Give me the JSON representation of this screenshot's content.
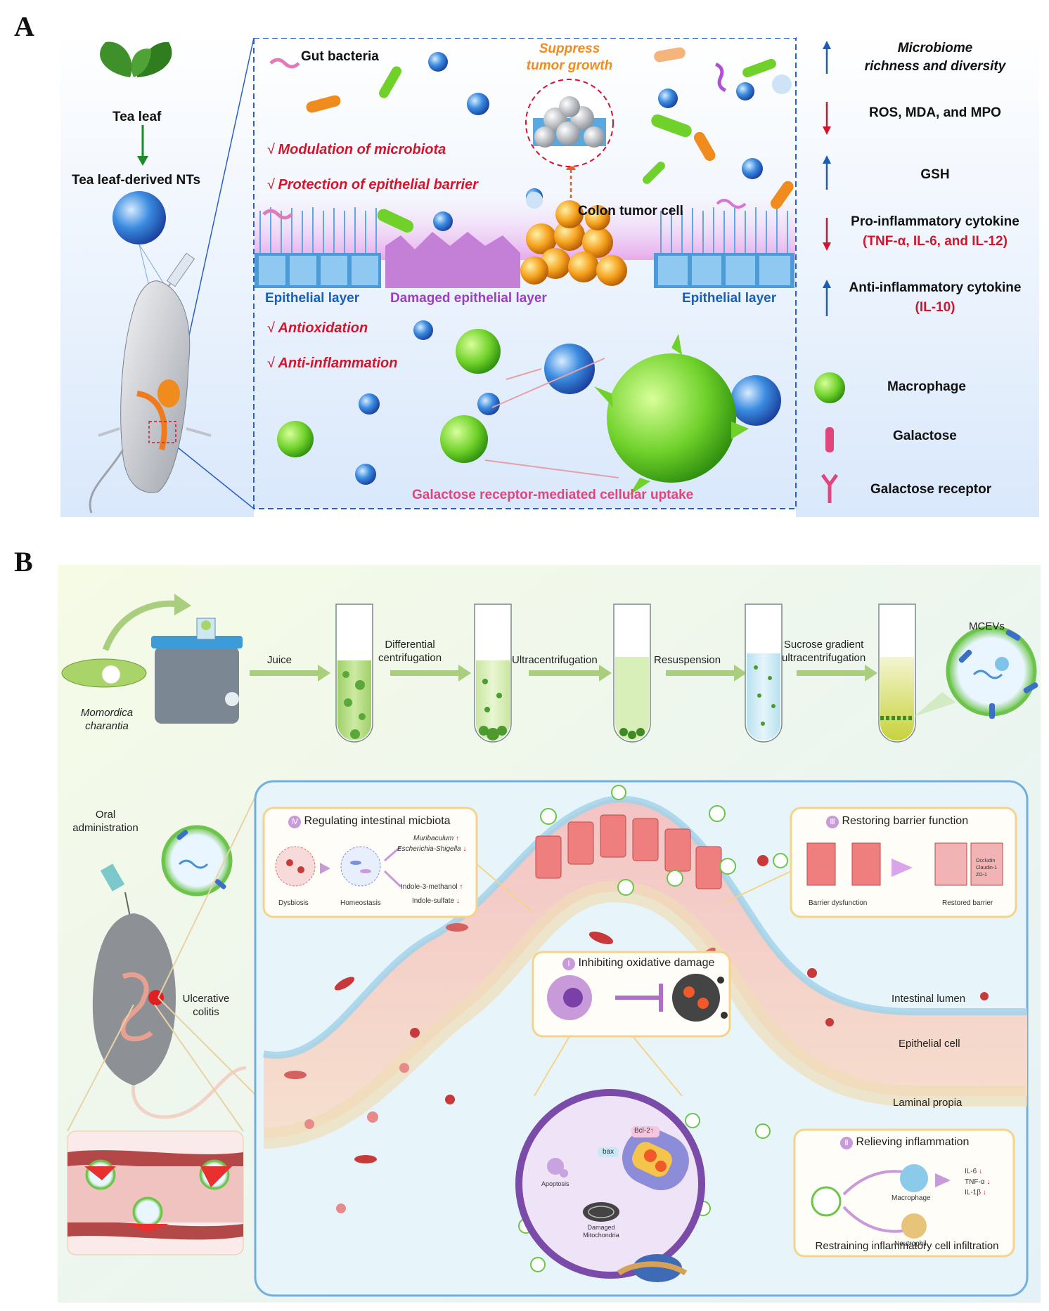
{
  "panel_a": {
    "letter": "A",
    "tea_leaf": "Tea leaf",
    "nts": "Tea leaf-derived NTs",
    "gut_bacteria": "Gut bacteria",
    "suppress_line1": "Suppress",
    "suppress_line2": "tumor growth",
    "colon_tumor_cell": "Colon tumor cell",
    "effects": [
      "Modulation of microbiota",
      "Protection of epithelial barrier",
      "Antioxidation",
      "Anti-inflammation"
    ],
    "check": "√",
    "epithelial_left": "Epithelial layer",
    "damaged_epithelial": "Damaged epithelial layer",
    "epithelial_right": "Epithelial layer",
    "uptake": "Galactose receptor-mediated cellular uptake",
    "legend": {
      "microbiome_line1": "Microbiome",
      "microbiome_line2": "richness and diversity",
      "ros": "ROS, MDA, and MPO",
      "gsh": "GSH",
      "pro_line1": "Pro-inflammatory cytokine",
      "pro_line2": "(TNF-α, IL-6, and IL-12)",
      "anti_line1": "Anti-inflammatory cytokine",
      "anti_line2": "(IL-10)",
      "macrophage": "Macrophage",
      "galactose": "Galactose",
      "galactose_receptor": "Galactose receptor"
    },
    "colors": {
      "up": "#1a5fb4",
      "down": "#d4142c",
      "accent_orange": "#f08c1e",
      "pink": "#e0457b"
    }
  },
  "panel_b": {
    "letter": "B",
    "plant_line1": "Momordica",
    "plant_line2": "charantia",
    "steps": [
      "Juice",
      "Differential\ncentrifugation",
      "Ultracentrifugation",
      "Resuspension",
      "Sucrose gradient\nultracentrifugation"
    ],
    "mcevs": "MCEVs",
    "oral_line1": "Oral",
    "oral_line2": "administration",
    "uc_line1": "Ulcerative",
    "uc_line2": "colitis",
    "box_iv": {
      "numeral": "Ⅳ",
      "title": "Regulating intestinal micbiota",
      "dysbiosis": "Dysbiosis",
      "homeostasis": "Homeostasis",
      "m1": "Muribaculum",
      "m2": "Escherichia-Shigella",
      "m3": "Indole-3-methanol",
      "m4": "Indole-sulfate"
    },
    "box_iii": {
      "numeral": "Ⅲ",
      "title": "Restoring barrier function",
      "left": "Barrier dysfunction",
      "right": "Restored barrier",
      "p1": "Occludin",
      "p2": "Claudin-1",
      "p3": "ZO-1"
    },
    "box_i": {
      "numeral": "Ⅰ",
      "title": "Inhibiting oxidative damage"
    },
    "box_ii": {
      "numeral": "Ⅱ",
      "title": "Relieving inflammation",
      "macrophage": "Macrophage",
      "neutrophil": "Neutrophil",
      "c1": "IL-6",
      "c2": "TNF-α",
      "c3": "IL-1β",
      "footer": "Restraining inflammatory cell infiltration"
    },
    "intestinal_lumen": "Intestinal lumen",
    "epithelial_cell": "Epithelial cell",
    "laminal_propia": "Laminal propia",
    "cell_inner": {
      "bcl2": "Bcl-2",
      "bax": "bax",
      "apoptosis": "Apoptosis",
      "damaged_line1": "Damaged",
      "damaged_line2": "Mitochondria"
    }
  }
}
